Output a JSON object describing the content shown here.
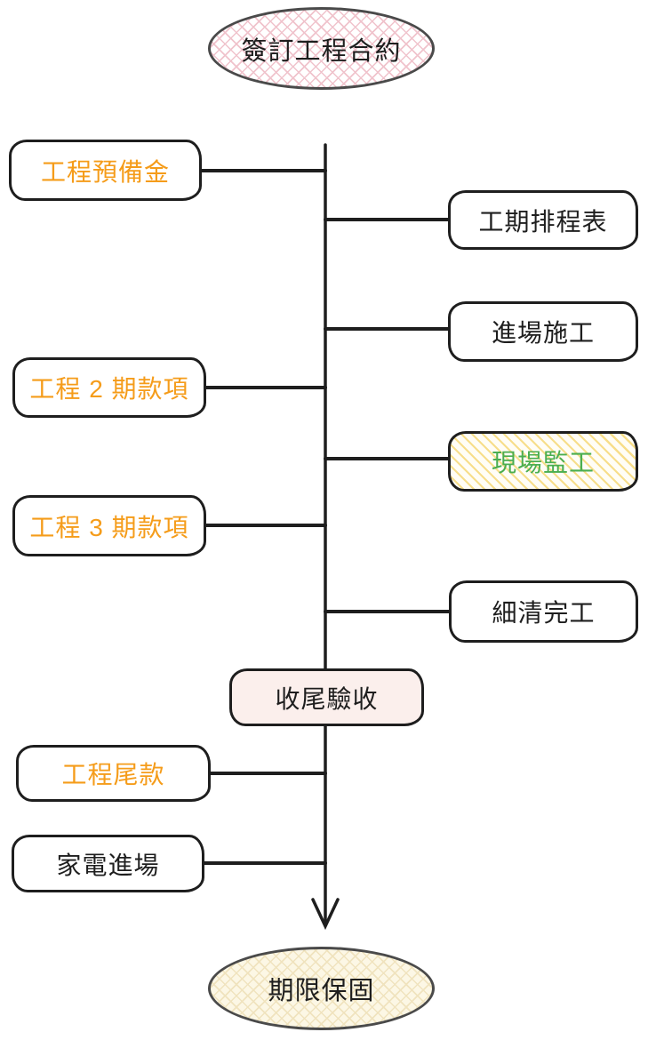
{
  "nodes": {
    "start": {
      "label": "簽訂工程合約",
      "shape": "ellipse",
      "fill": "pink-crosshatch"
    },
    "budget": {
      "label": "工程預備金",
      "shape": "rect",
      "text_color": "orange"
    },
    "schedule": {
      "label": "工期排程表",
      "shape": "rect",
      "text_color": "black"
    },
    "construction": {
      "label": "進場施工",
      "shape": "rect",
      "text_color": "black"
    },
    "payment2": {
      "label": "工程 2 期款項",
      "shape": "rect",
      "text_color": "orange"
    },
    "supervision": {
      "label": "現場監工",
      "shape": "rect",
      "text_color": "green",
      "fill": "yellow-hatch"
    },
    "payment3": {
      "label": "工程 3 期款項",
      "shape": "rect",
      "text_color": "orange"
    },
    "cleaning": {
      "label": "細清完工",
      "shape": "rect",
      "text_color": "black"
    },
    "acceptance": {
      "label": "收尾驗收",
      "shape": "rect",
      "text_color": "black",
      "fill": "light-pink"
    },
    "final_payment": {
      "label": "工程尾款",
      "shape": "rect",
      "text_color": "orange"
    },
    "appliances": {
      "label": "家電進場",
      "shape": "rect",
      "text_color": "black"
    },
    "warranty": {
      "label": "期限保固",
      "shape": "ellipse",
      "fill": "cream-crosshatch"
    }
  },
  "colors": {
    "orange_text": "#F59C1A",
    "green_text": "#4BAE50",
    "black_text": "#1E1E1E",
    "connector": "#1E1E1E",
    "box_border": "#1E1E1E",
    "ellipse_border": "#4A4A4A",
    "pink_hatch": "#F0C3CC",
    "acceptance_fill": "#FBEFEC",
    "yellow_hatch": "#F7DE8B",
    "cream_fill": "#FCF7E5",
    "cream_hatch": "#F0E3BE"
  }
}
